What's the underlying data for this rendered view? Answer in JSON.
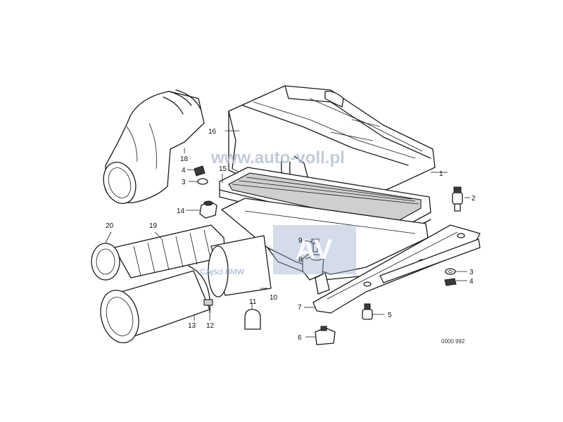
{
  "diagram": {
    "reference_code": "0000 992",
    "watermark": {
      "url_text": "www.auto-voll.pl",
      "logo_text": "AV",
      "caption": "Części BMW"
    },
    "callouts": [
      "1",
      "2",
      "3",
      "4",
      "5",
      "6",
      "7",
      "8",
      "9",
      "10",
      "11",
      "12",
      "13",
      "14",
      "15",
      "16",
      "18",
      "19",
      "20",
      "3",
      "4"
    ]
  },
  "colors": {
    "ink": "#1a1a1a",
    "watermark": "#b9c2d2",
    "logo": "#9fb0cf"
  }
}
